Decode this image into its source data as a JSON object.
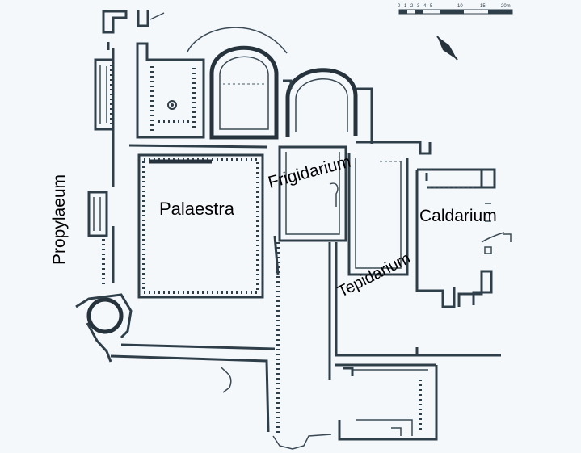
{
  "labels": {
    "palaestra": "Palaestra",
    "frigidarium": "Frigidarium",
    "caldarium": "Caldarium",
    "tepidarium": "Tepidarium",
    "propylaeum": "Propylaeum"
  },
  "scale_bar": {
    "ticks": [
      "0",
      "1",
      "2",
      "3",
      "4",
      "5",
      "10",
      "15",
      "20m"
    ]
  },
  "icons": {
    "north_arrow": "north-arrow-icon"
  },
  "colors": {
    "wall": "#2f3f4a",
    "background": "#f4f8fb",
    "text": "#000000"
  }
}
